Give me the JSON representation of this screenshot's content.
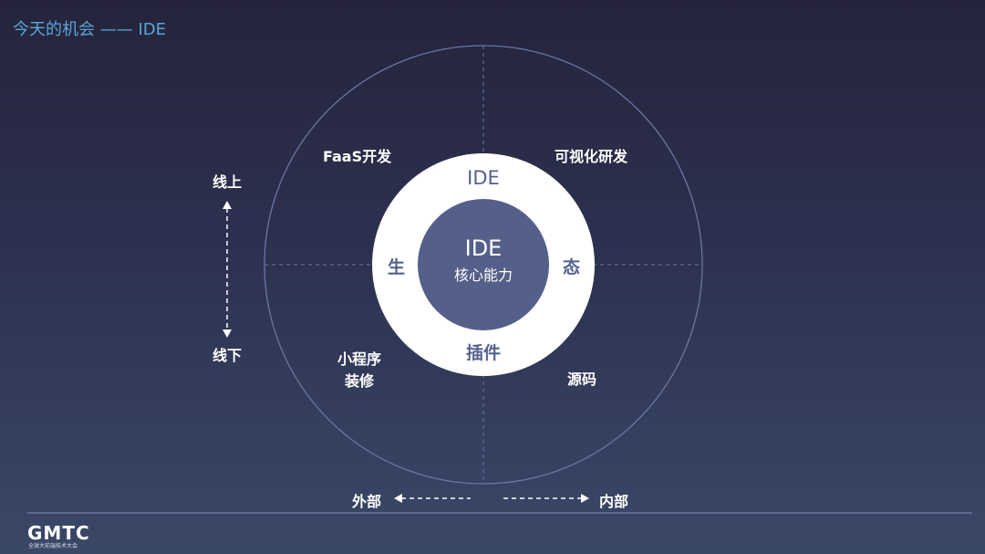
{
  "slide": {
    "title": "今天的机会 —— IDE"
  },
  "diagram": {
    "center_title": "IDE",
    "center_subtitle": "核心能力",
    "ring": {
      "top": "IDE",
      "left": "生",
      "right": "态",
      "bottom": "插件"
    },
    "quadrants": {
      "top_left": "FaaS开发",
      "top_right": "可视化研发",
      "bottom_left_line1": "小程序",
      "bottom_left_line2": "装修",
      "bottom_right": "源码"
    },
    "axis_vertical": {
      "top": "线上",
      "bottom": "线下"
    },
    "axis_horizontal": {
      "left": "外部",
      "right": "内部"
    },
    "colors": {
      "center": "#55608a",
      "ring": "#ffffff",
      "title": "#5aa6d8"
    }
  },
  "footer": {
    "logo": "GMTC",
    "logo_sub": "全球大前端技术大会"
  }
}
